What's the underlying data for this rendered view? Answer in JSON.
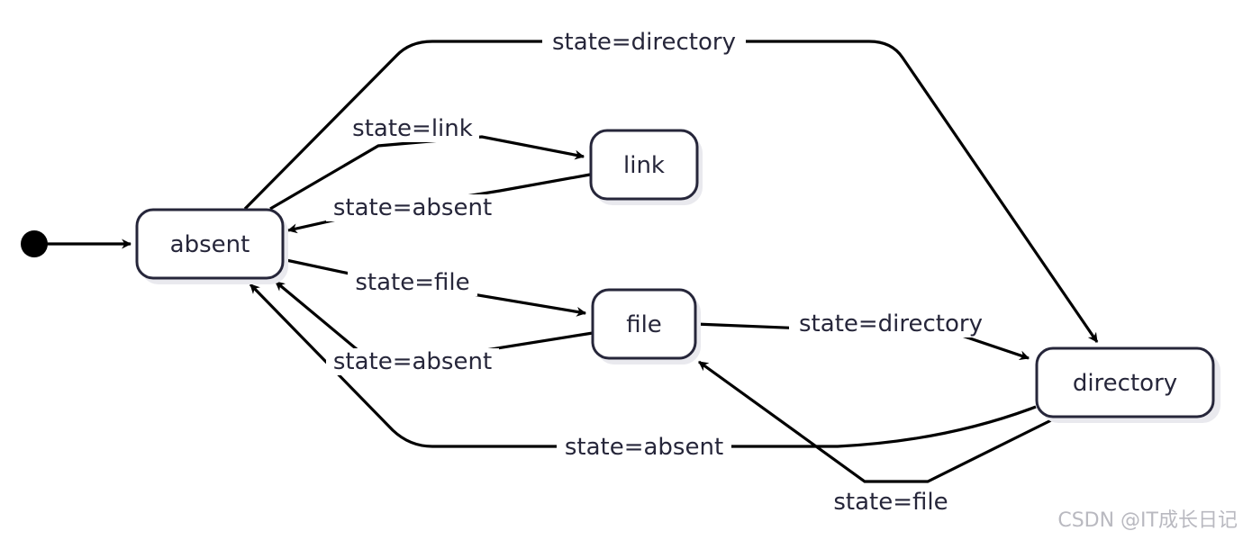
{
  "states": {
    "absent": "absent",
    "link": "link",
    "file": "file",
    "directory": "directory"
  },
  "transitions": {
    "absent_to_directory": "state=directory",
    "absent_to_link": "state=link",
    "link_to_absent": "state=absent",
    "absent_to_file": "state=file",
    "file_to_absent": "state=absent",
    "file_to_directory": "state=directory",
    "directory_to_absent": "state=absent",
    "directory_to_file": "state=file"
  },
  "watermark": "CSDN @IT成长日记",
  "colors": {
    "state_border": "#26263a",
    "edge": "#000000",
    "text": "#26263a",
    "watermark": "#b9b9c0"
  }
}
